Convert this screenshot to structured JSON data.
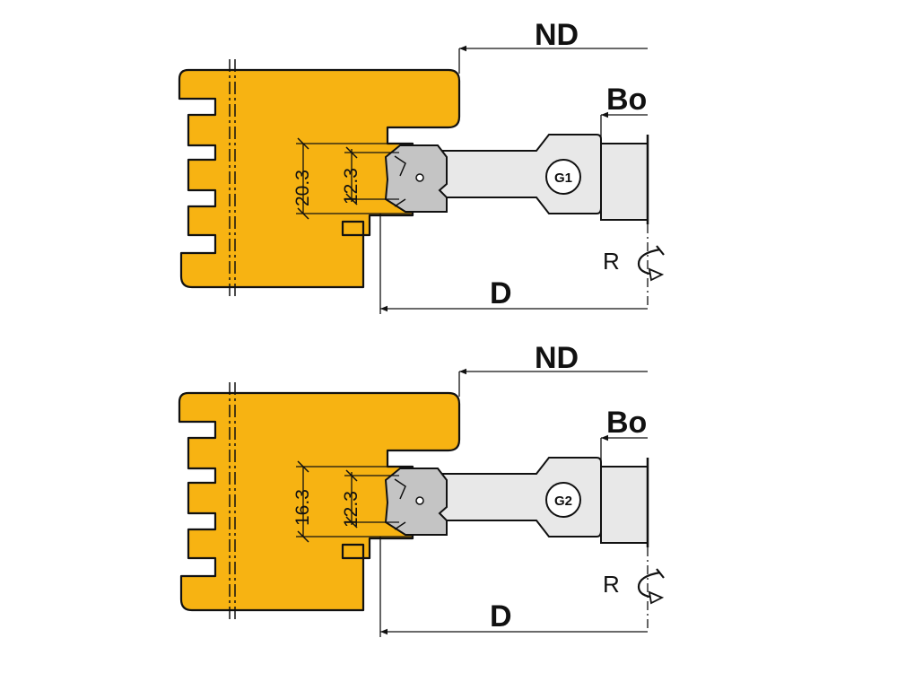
{
  "colors": {
    "body_fill": "#f7b312",
    "tool_fill": "#e8e8e8",
    "insert_fill": "#c4c4c4",
    "line": "#111111"
  },
  "views": [
    {
      "nd_label": "ND",
      "bo_label": "Bo",
      "d_label": "D",
      "r_label": "R",
      "group_label": "G1",
      "dim_outer": "20.3",
      "dim_inner": "12.3"
    },
    {
      "nd_label": "ND",
      "bo_label": "Bo",
      "d_label": "D",
      "r_label": "R",
      "group_label": "G2",
      "dim_outer": "16.3",
      "dim_inner": "12.3"
    }
  ]
}
